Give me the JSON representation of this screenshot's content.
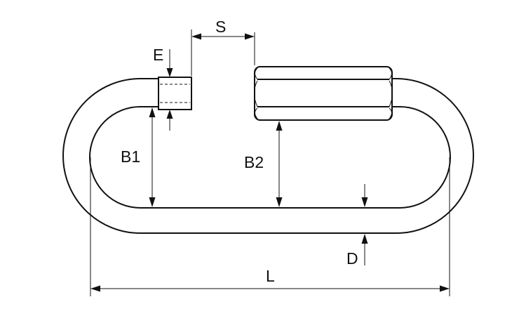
{
  "labels": {
    "S": "S",
    "E": "E",
    "B1": "B1",
    "B2": "B2",
    "D": "D",
    "L": "L"
  },
  "colors": {
    "line": "#111111",
    "background": "#ffffff"
  }
}
